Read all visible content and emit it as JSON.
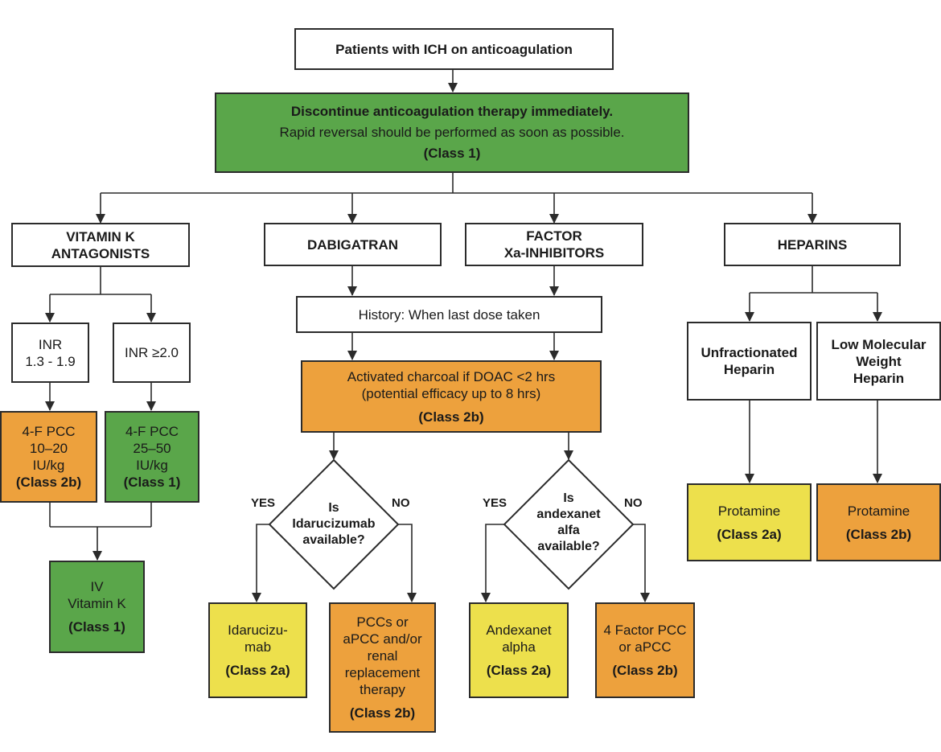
{
  "top": {
    "title": "Patients with ICH on anticoagulation"
  },
  "discontinue": {
    "line1": "Discontinue anticoagulation therapy immediately.",
    "line2": "Rapid reversal should be performed as soon as possible.",
    "class": "(Class 1)"
  },
  "vka": {
    "title": [
      "VITAMIN K",
      "ANTAGONISTS"
    ],
    "inr_low": [
      "INR",
      "1.3 - 1.9"
    ],
    "inr_high": "INR ≥2.0",
    "pcc_low": {
      "lines": [
        "4-F PCC",
        "10–20",
        "IU/kg"
      ],
      "class": "(Class 2b)"
    },
    "pcc_high": {
      "lines": [
        "4-F PCC",
        "25–50",
        "IU/kg"
      ],
      "class": "(Class 1)"
    },
    "vitk": {
      "lines": [
        "IV",
        "Vitamin K"
      ],
      "class": "(Class 1)"
    }
  },
  "dabigatran": {
    "title": "DABIGATRAN",
    "question": [
      "Is",
      "Idarucizumab",
      "available?"
    ],
    "yes": "YES",
    "no": "NO",
    "yes_result": {
      "lines": [
        "Idarucizu-",
        "mab"
      ],
      "class": "(Class 2a)"
    },
    "no_result": {
      "lines": [
        "PCCs or",
        "aPCC and/or",
        "renal",
        "replacement",
        "therapy"
      ],
      "class": "(Class 2b)"
    }
  },
  "xa": {
    "title": [
      "FACTOR",
      "Xa-INHIBITORS"
    ],
    "question": [
      "Is",
      "andexanet",
      "alfa",
      "available?"
    ],
    "yes": "YES",
    "no": "NO",
    "yes_result": {
      "lines": [
        "Andexanet",
        "alpha"
      ],
      "class": "(Class 2a)"
    },
    "no_result": {
      "lines": [
        "4 Factor PCC",
        "or aPCC"
      ],
      "class": "(Class 2b)"
    }
  },
  "doac": {
    "history": "History: When last dose taken",
    "charcoal": [
      "Activated charcoal if DOAC <2 hrs",
      "(potential efficacy up to 8 hrs)"
    ],
    "class": "(Class 2b)"
  },
  "heparins": {
    "title": "HEPARINS",
    "ufh": [
      "Unfractionated",
      "Heparin"
    ],
    "lmwh": [
      "Low Molecular",
      "Weight",
      "Heparin"
    ],
    "ufh_result": {
      "drug": "Protamine",
      "class": "(Class 2a)"
    },
    "lmwh_result": {
      "drug": "Protamine",
      "class": "(Class 2b)"
    }
  },
  "colors": {
    "green": "#5aa64a",
    "orange": "#eda13d",
    "yellow": "#ede04c",
    "line": "#2b2b2b"
  }
}
